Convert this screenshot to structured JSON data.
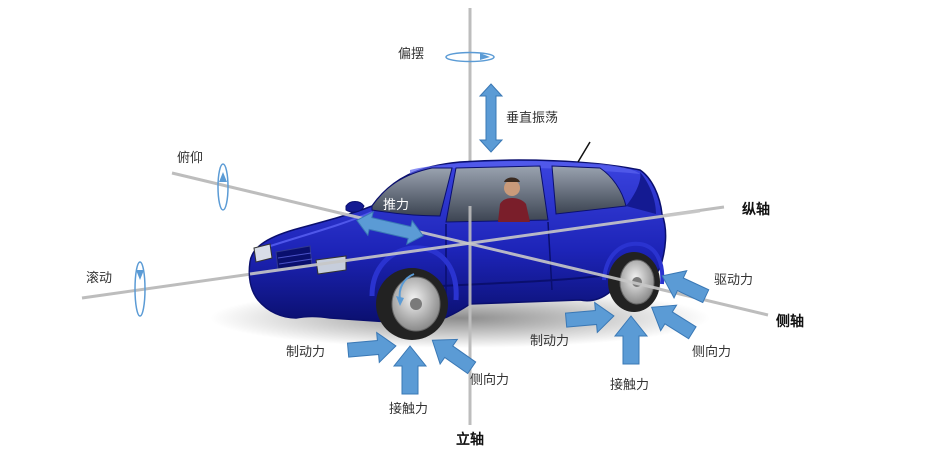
{
  "axes": {
    "vertical": "立轴",
    "longitudinal": "纵轴",
    "lateral": "侧轴"
  },
  "motions": {
    "yaw": "偏摆",
    "pitch": "俯仰",
    "roll": "滚动",
    "bounce": "垂直振荡",
    "thrust": "推力"
  },
  "front_wheel_forces": {
    "braking": "制动力",
    "contact": "接触力",
    "lateral": "侧向力"
  },
  "rear_wheel_forces": {
    "drive": "驱动力",
    "braking": "制动力",
    "contact": "接触力",
    "lateral": "侧向力"
  },
  "colors": {
    "axis_line": "#bdbdbd",
    "arrow_fill": "#5b9bd5",
    "arrow_stroke": "#3a78b5",
    "car_body": "#1d24b8",
    "car_dark": "#0a0f6e",
    "tire": "#222222",
    "rim": "#c8c8c8"
  }
}
